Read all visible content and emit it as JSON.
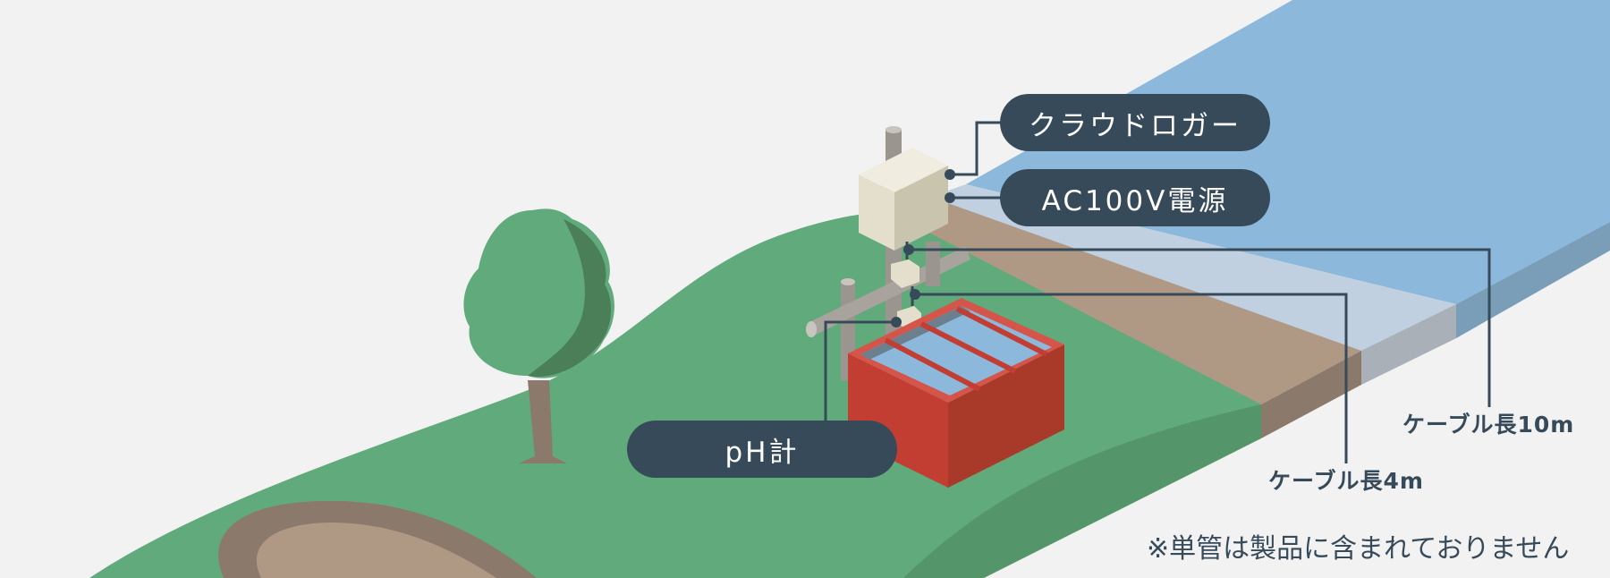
{
  "labels": {
    "cloud_logger": "クラウドロガー",
    "power": "AC100V電源",
    "ph_meter": "pH計"
  },
  "cables": {
    "long": "ケーブル長10m",
    "short": "ケーブル長4m"
  },
  "note": "※単管は製品に含まれておりません",
  "colors": {
    "background": "#f2f2f2",
    "grass": "#61aa7b",
    "grass_dark": "#55956a",
    "soil": "#af9985",
    "water": "#8cb8dc",
    "label_pill": "#374a5a",
    "tank_red": "#c23e33"
  }
}
